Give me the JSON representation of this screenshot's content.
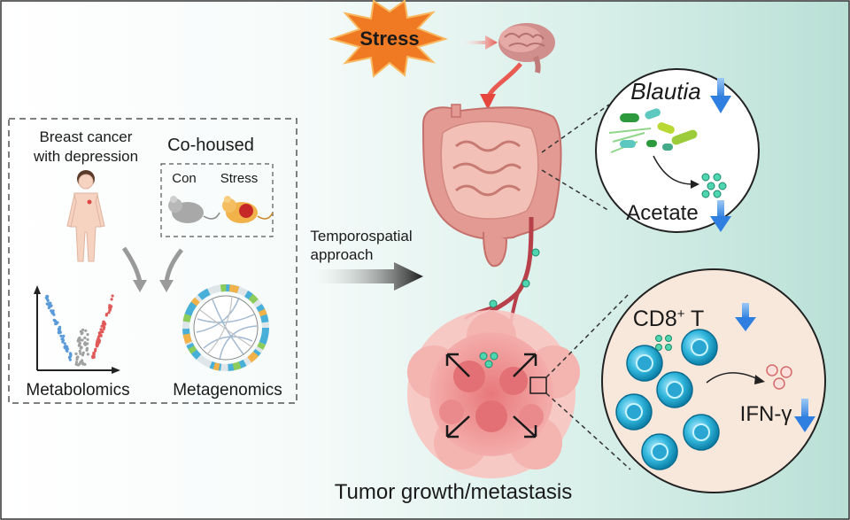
{
  "stress": {
    "label": "Stress"
  },
  "left_panel": {
    "patient_label_line1": "Breast cancer",
    "patient_label_line2": "with depression",
    "cohoused_title": "Co-housed",
    "con_label": "Con",
    "stress_label": "Stress",
    "metabolomics_label": "Metabolomics",
    "metagenomics_label": "Metagenomics"
  },
  "approach": {
    "line1": "Temporospatial",
    "line2": "approach"
  },
  "gut_inset": {
    "bacteria_label": "Blautia",
    "metabolite_label": "Acetate"
  },
  "tumor_inset": {
    "cell_label": "CD8",
    "cell_superscript": "+",
    "cell_suffix": " T",
    "cytokine_label": "IFN-γ"
  },
  "footer": {
    "title": "Tumor growth/metastasis"
  },
  "colors": {
    "stress_burst": "#f07a24",
    "stress_text": "#e5202a",
    "down_arrow": "#3c8ce6",
    "vessel": "#b8404a",
    "tumor": "#f0a0a0",
    "tcell": "#1aa6c8",
    "bg_teal": "#c8e6df"
  }
}
